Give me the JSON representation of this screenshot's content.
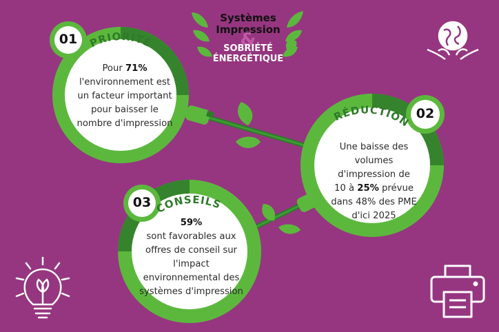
{
  "header": {
    "line1": "Systèmes",
    "line2": "Impression",
    "amp": "&",
    "line3": "SOBRIÉTÉ",
    "line4": "ÉNERGÉTIQUE"
  },
  "items": [
    {
      "number": "01",
      "title": "PRIORITÉ",
      "text_before": "Pour ",
      "highlight": "71%",
      "text_after": "l'environnement est un facteur important pour baisser le nombre d'impression"
    },
    {
      "number": "02",
      "title": "RÉDUCTION",
      "text_before": "Une baisse des volumes d'impression de 10 à ",
      "highlight": "25%",
      "text_after": " prévue dans 48% des PME d'ici 2025"
    },
    {
      "number": "03",
      "title": "CONSEILS",
      "highlight": "59%",
      "text_after": "sont favorables aux offres de conseil sur l'impact environnemental des systèmes d'impression"
    }
  ],
  "colors": {
    "background": "#963680",
    "ring_green": "#5cb83d",
    "dark_green": "#2e7a2a",
    "white": "#ffffff"
  },
  "icons": [
    "globe-leaf-icon",
    "lightbulb-icon",
    "printer-icon",
    "leaf-icon",
    "plug-icon"
  ]
}
